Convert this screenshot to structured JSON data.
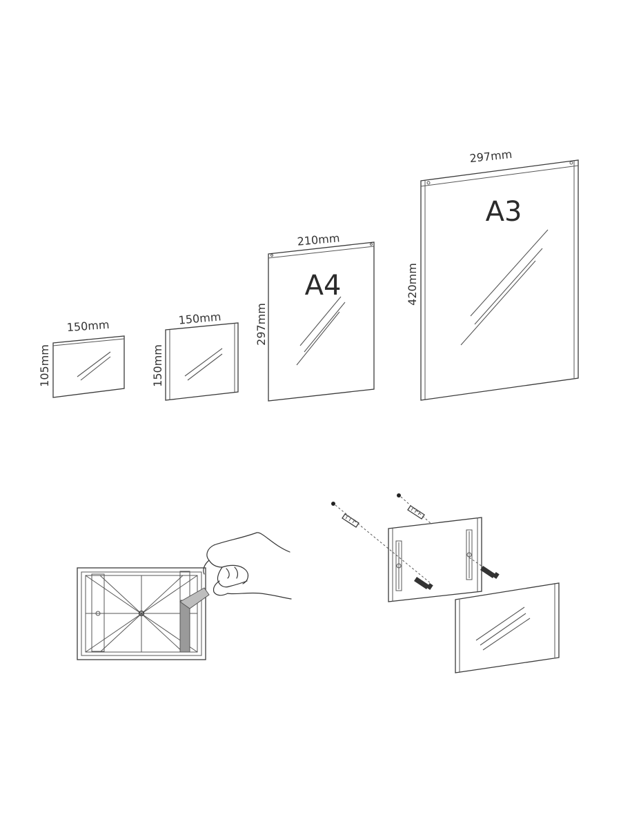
{
  "frames": [
    {
      "id": "small-landscape",
      "width_label": "150mm",
      "height_label": "105mm",
      "format_label": ""
    },
    {
      "id": "square",
      "width_label": "150mm",
      "height_label": "150mm",
      "format_label": ""
    },
    {
      "id": "a4",
      "width_label": "210mm",
      "height_label": "297mm",
      "format_label": "A4"
    },
    {
      "id": "a3",
      "width_label": "297mm",
      "height_label": "420mm",
      "format_label": "A3"
    }
  ],
  "colors": {
    "line": "#3a3a3a",
    "text": "#333333",
    "tape": "#9a9a9a",
    "background": "#ffffff"
  },
  "illustrations": {
    "tape_mounting": "adhesive-tape-mounting",
    "screw_mounting": "screw-wall-mounting"
  }
}
